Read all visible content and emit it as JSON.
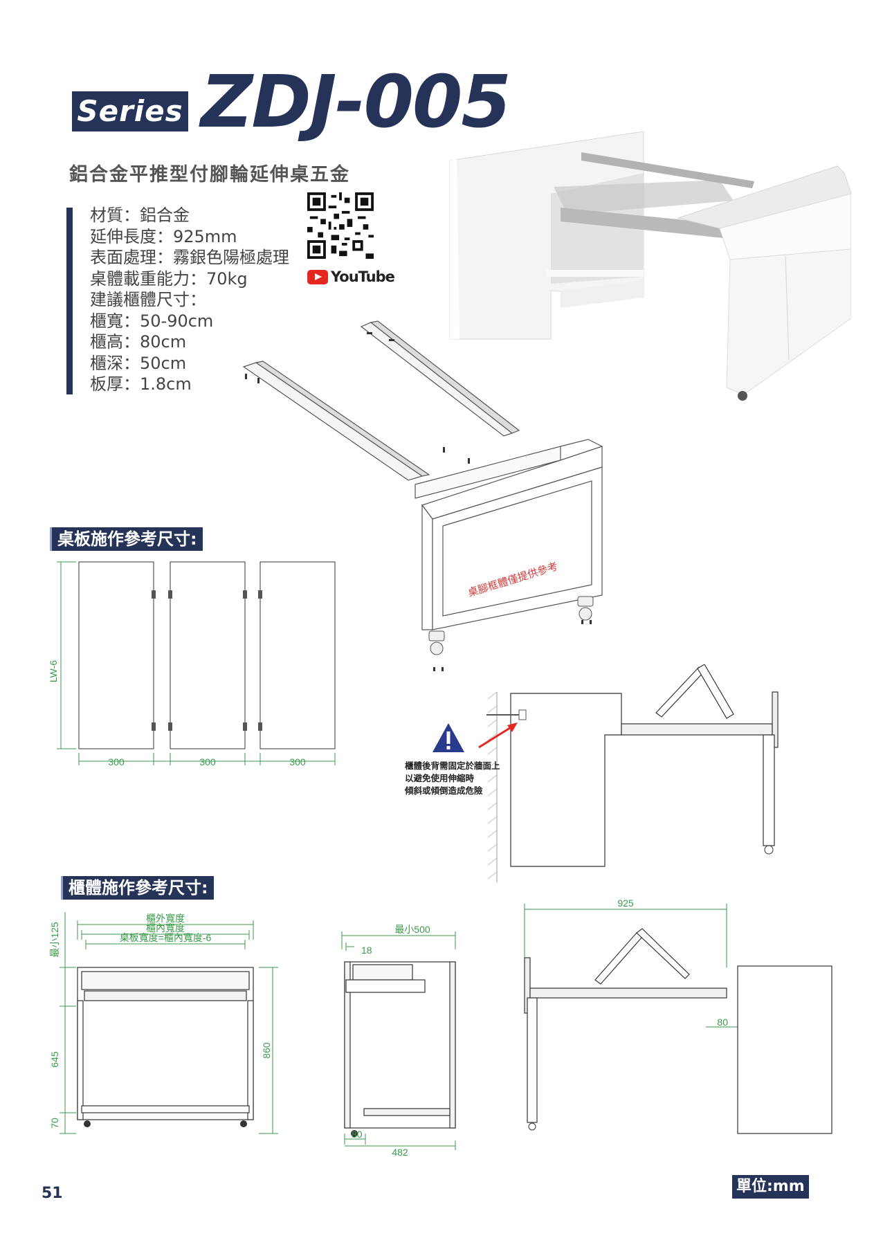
{
  "header": {
    "series_label": "Series",
    "model": "ZDJ-005",
    "subtitle": "鋁合金平推型付腳輪延伸桌五金"
  },
  "specs": [
    "材質：鋁合金",
    "延伸長度：925mm",
    "表面處理：霧銀色陽極處理",
    "桌體載重能力：70kg",
    "建議櫃體尺寸：",
    "櫃寬：50-90cm",
    "櫃高：80cm",
    "櫃深：50cm",
    "板厚：1.8cm"
  ],
  "youtube_label": "YouTube",
  "section_tabletop": "桌板施作參考尺寸:",
  "section_cabinet": "櫃體施作參考尺寸:",
  "tabletop": {
    "side_label": "LW-6",
    "panel_widths": [
      "300",
      "300",
      "300"
    ]
  },
  "frame_note": "桌腳框體僅提供參考",
  "warning_lines": [
    "櫃體後背需固定於牆面上",
    "以避免使用伸縮時",
    "傾斜或傾倒造成危險"
  ],
  "cabinet_front": {
    "outer_width": "櫃外寬度",
    "inner_width": "櫃內寬度",
    "top_width": "桌板寬度=櫃內寬度-6",
    "dim_top": "最小125",
    "dim_mid": "645",
    "dim_bottom": "70",
    "dim_height": "860"
  },
  "cabinet_side": {
    "dim_depth_min": "最小500",
    "dim_thickness": "18",
    "dim_offset": "80",
    "dim_depth": "482"
  },
  "extended_view": {
    "dim_extension": "925",
    "dim_offset": "80"
  },
  "footer": {
    "page_number": "51",
    "unit": "單位:mm"
  },
  "colors": {
    "brand": "#253358",
    "dimension": "#3a9a4a",
    "warning": "#2a3a8c",
    "note": "#d83a3a"
  }
}
